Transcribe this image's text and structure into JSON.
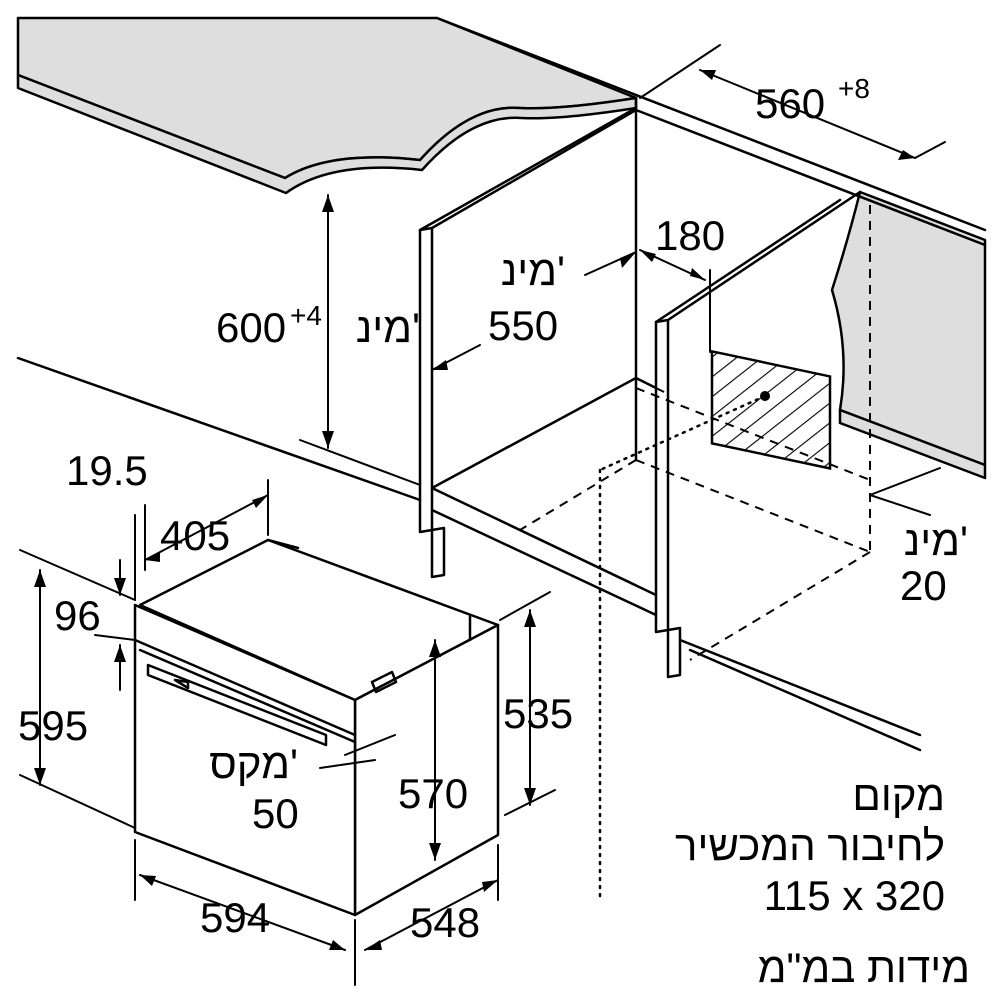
{
  "dimensions": {
    "opening_width": "560",
    "opening_width_tol": "+8",
    "opening_height": "600",
    "opening_height_tol": "+4",
    "min_word": "מינ'",
    "niche_depth": "550",
    "vent_depth": "180",
    "front_gap": "20",
    "top_offset": "19.5",
    "depth_top": "405",
    "panel_height": "96",
    "total_height": "595",
    "door_height": "570",
    "body_height": "535",
    "max_word": "מקס'",
    "max_gap": "50",
    "total_width": "594",
    "total_depth": "548"
  },
  "notes": {
    "connection_line1": "מקום",
    "connection_line2": "לחיבור המכשיר",
    "connection_size": "115 x 320",
    "units": "מידות במ\"מ"
  }
}
